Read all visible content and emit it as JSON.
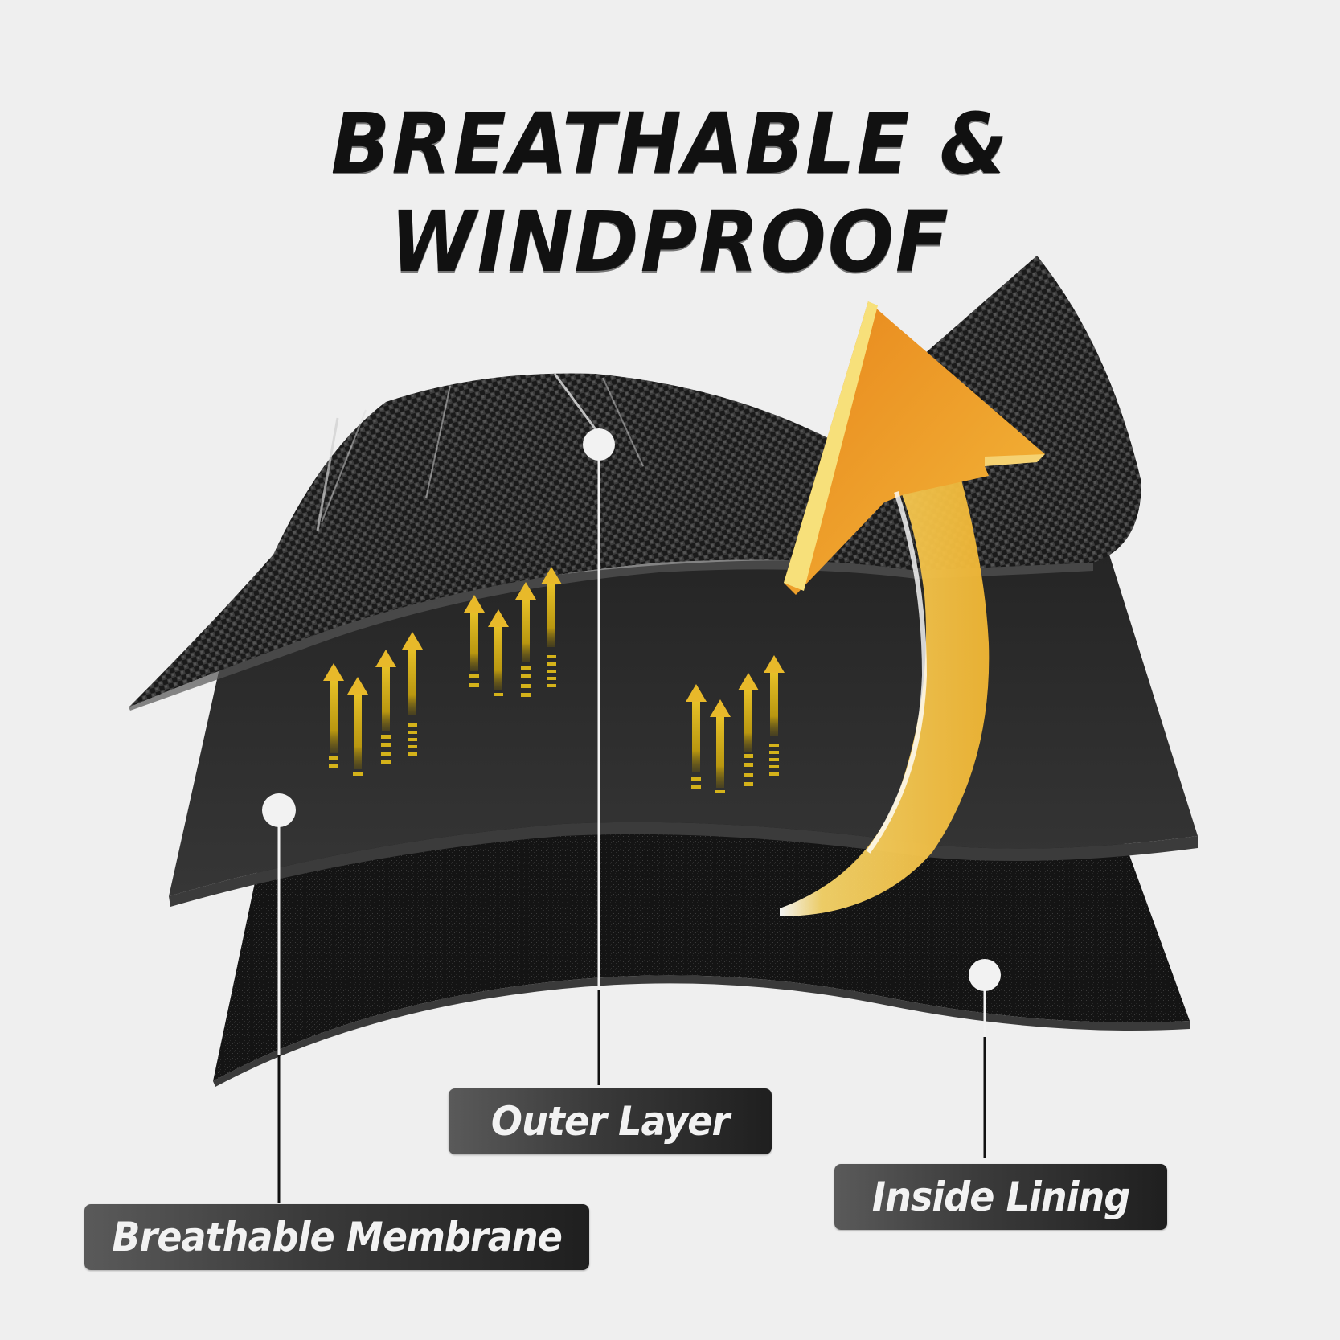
{
  "title": "BREATHABLE & WINDPROOF",
  "layers": [
    {
      "id": "outer",
      "label": "Outer Layer",
      "texture": "carbon-weave"
    },
    {
      "id": "membrane",
      "label": "Breathable Membrane",
      "texture": "matte"
    },
    {
      "id": "lining",
      "label": "Inside Lining",
      "texture": "fleece"
    }
  ],
  "callouts": {
    "outer_layer": "Outer Layer",
    "breathable_membrane": "Breathable Membrane",
    "inside_lining": "Inside Lining"
  },
  "icons": {
    "big_arrow": "curved-up-arrow-icon",
    "vapor_arrows": "vapor-arrows-icon"
  },
  "colors": {
    "background": "#efefef",
    "title": "#111111",
    "arrow_light": "#f7cf5a",
    "arrow_dark": "#e8961f",
    "vapor": "#d4b21a",
    "label_bg_start": "#5a5a5a",
    "label_bg_end": "#1f1f1f",
    "label_text": "#f2f2f2"
  }
}
